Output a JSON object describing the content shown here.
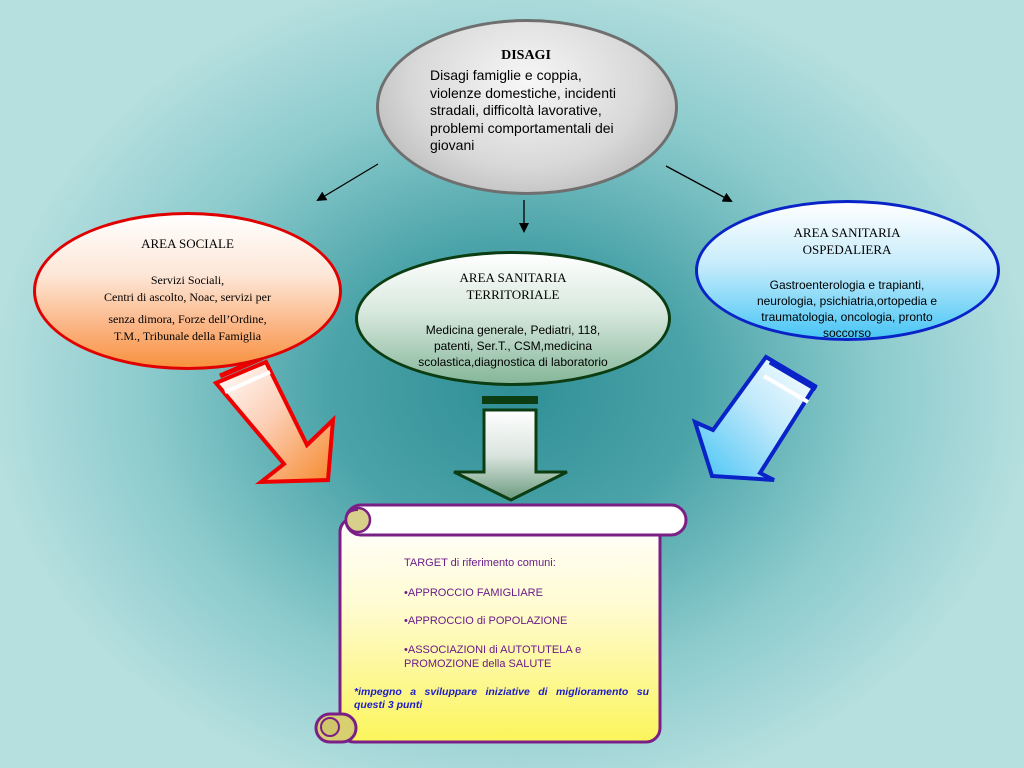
{
  "disagi": {
    "title": "DISAGI",
    "body": "Disagi famiglie e coppia, violenze domestiche, incidenti stradali, difficoltà lavorative, problemi comportamentali dei giovani"
  },
  "area_sociale": {
    "title": "AREA SOCIALE",
    "line1": "Servizi Sociali,",
    "line2": "Centri di ascolto, Noac, servizi per",
    "line3": "senza dimora, Forze  dell’Ordine,",
    "line4": "T.M., Tribunale della Famiglia"
  },
  "area_territoriale": {
    "title1": "AREA SANITARIA",
    "title2": "TERRITORIALE",
    "body": "Medicina generale, Pediatri, 118, patenti, Ser.T., CSM,medicina scolastica,diagnostica di laboratorio"
  },
  "area_ospedaliera": {
    "title1": "AREA SANITARIA",
    "title2": "OSPEDALIERA",
    "body": "Gastroenterologia e trapianti, neurologia, psichiatria,ortopedia e traumatologia, oncologia, pronto soccorso"
  },
  "scroll": {
    "heading": "TARGET di riferimento comuni:",
    "item1": "•APPROCCIO FAMIGLIARE",
    "item2": "•APPROCCIO di POPOLAZIONE",
    "item3": "•ASSOCIAZIONI di AUTOTUTELA e PROMOZIONE della SALUTE",
    "note": "*impegno a sviluppare iniziative di miglioramento su questi 3 punti"
  },
  "colors": {
    "sociale_border": "#e00000",
    "territoriale_border": "#0c3d12",
    "ospedaliera_border": "#0a23c8",
    "scroll_border": "#7a1f86",
    "scroll_text": "#6b1c8a",
    "note_text": "#1c1cc8"
  }
}
